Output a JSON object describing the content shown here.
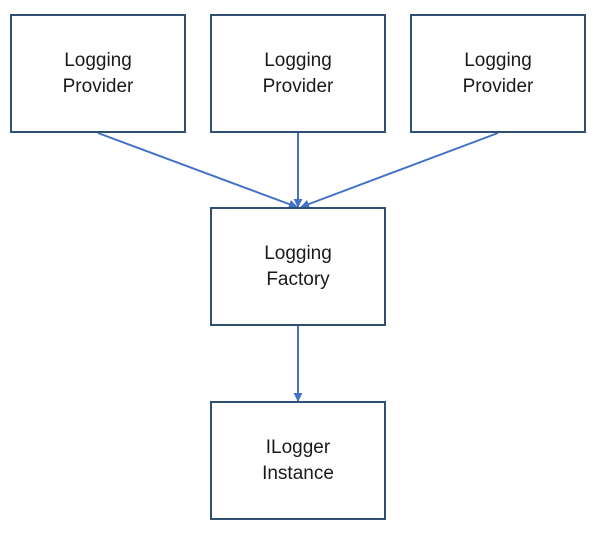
{
  "diagram": {
    "line_color": "#4472c4",
    "border_color": "#2f4f74",
    "nodes": {
      "provider_1": {
        "line1": "Logging",
        "line2": "Provider"
      },
      "provider_2": {
        "line1": "Logging",
        "line2": "Provider"
      },
      "provider_3": {
        "line1": "Logging",
        "line2": "Provider"
      },
      "factory": {
        "line1": "Logging",
        "line2": "Factory"
      },
      "ilogger": {
        "line1": "ILogger",
        "line2": "Instance"
      }
    },
    "edges": [
      {
        "from": "provider_1",
        "to": "factory"
      },
      {
        "from": "provider_2",
        "to": "factory"
      },
      {
        "from": "provider_3",
        "to": "factory"
      },
      {
        "from": "factory",
        "to": "ilogger"
      }
    ]
  }
}
